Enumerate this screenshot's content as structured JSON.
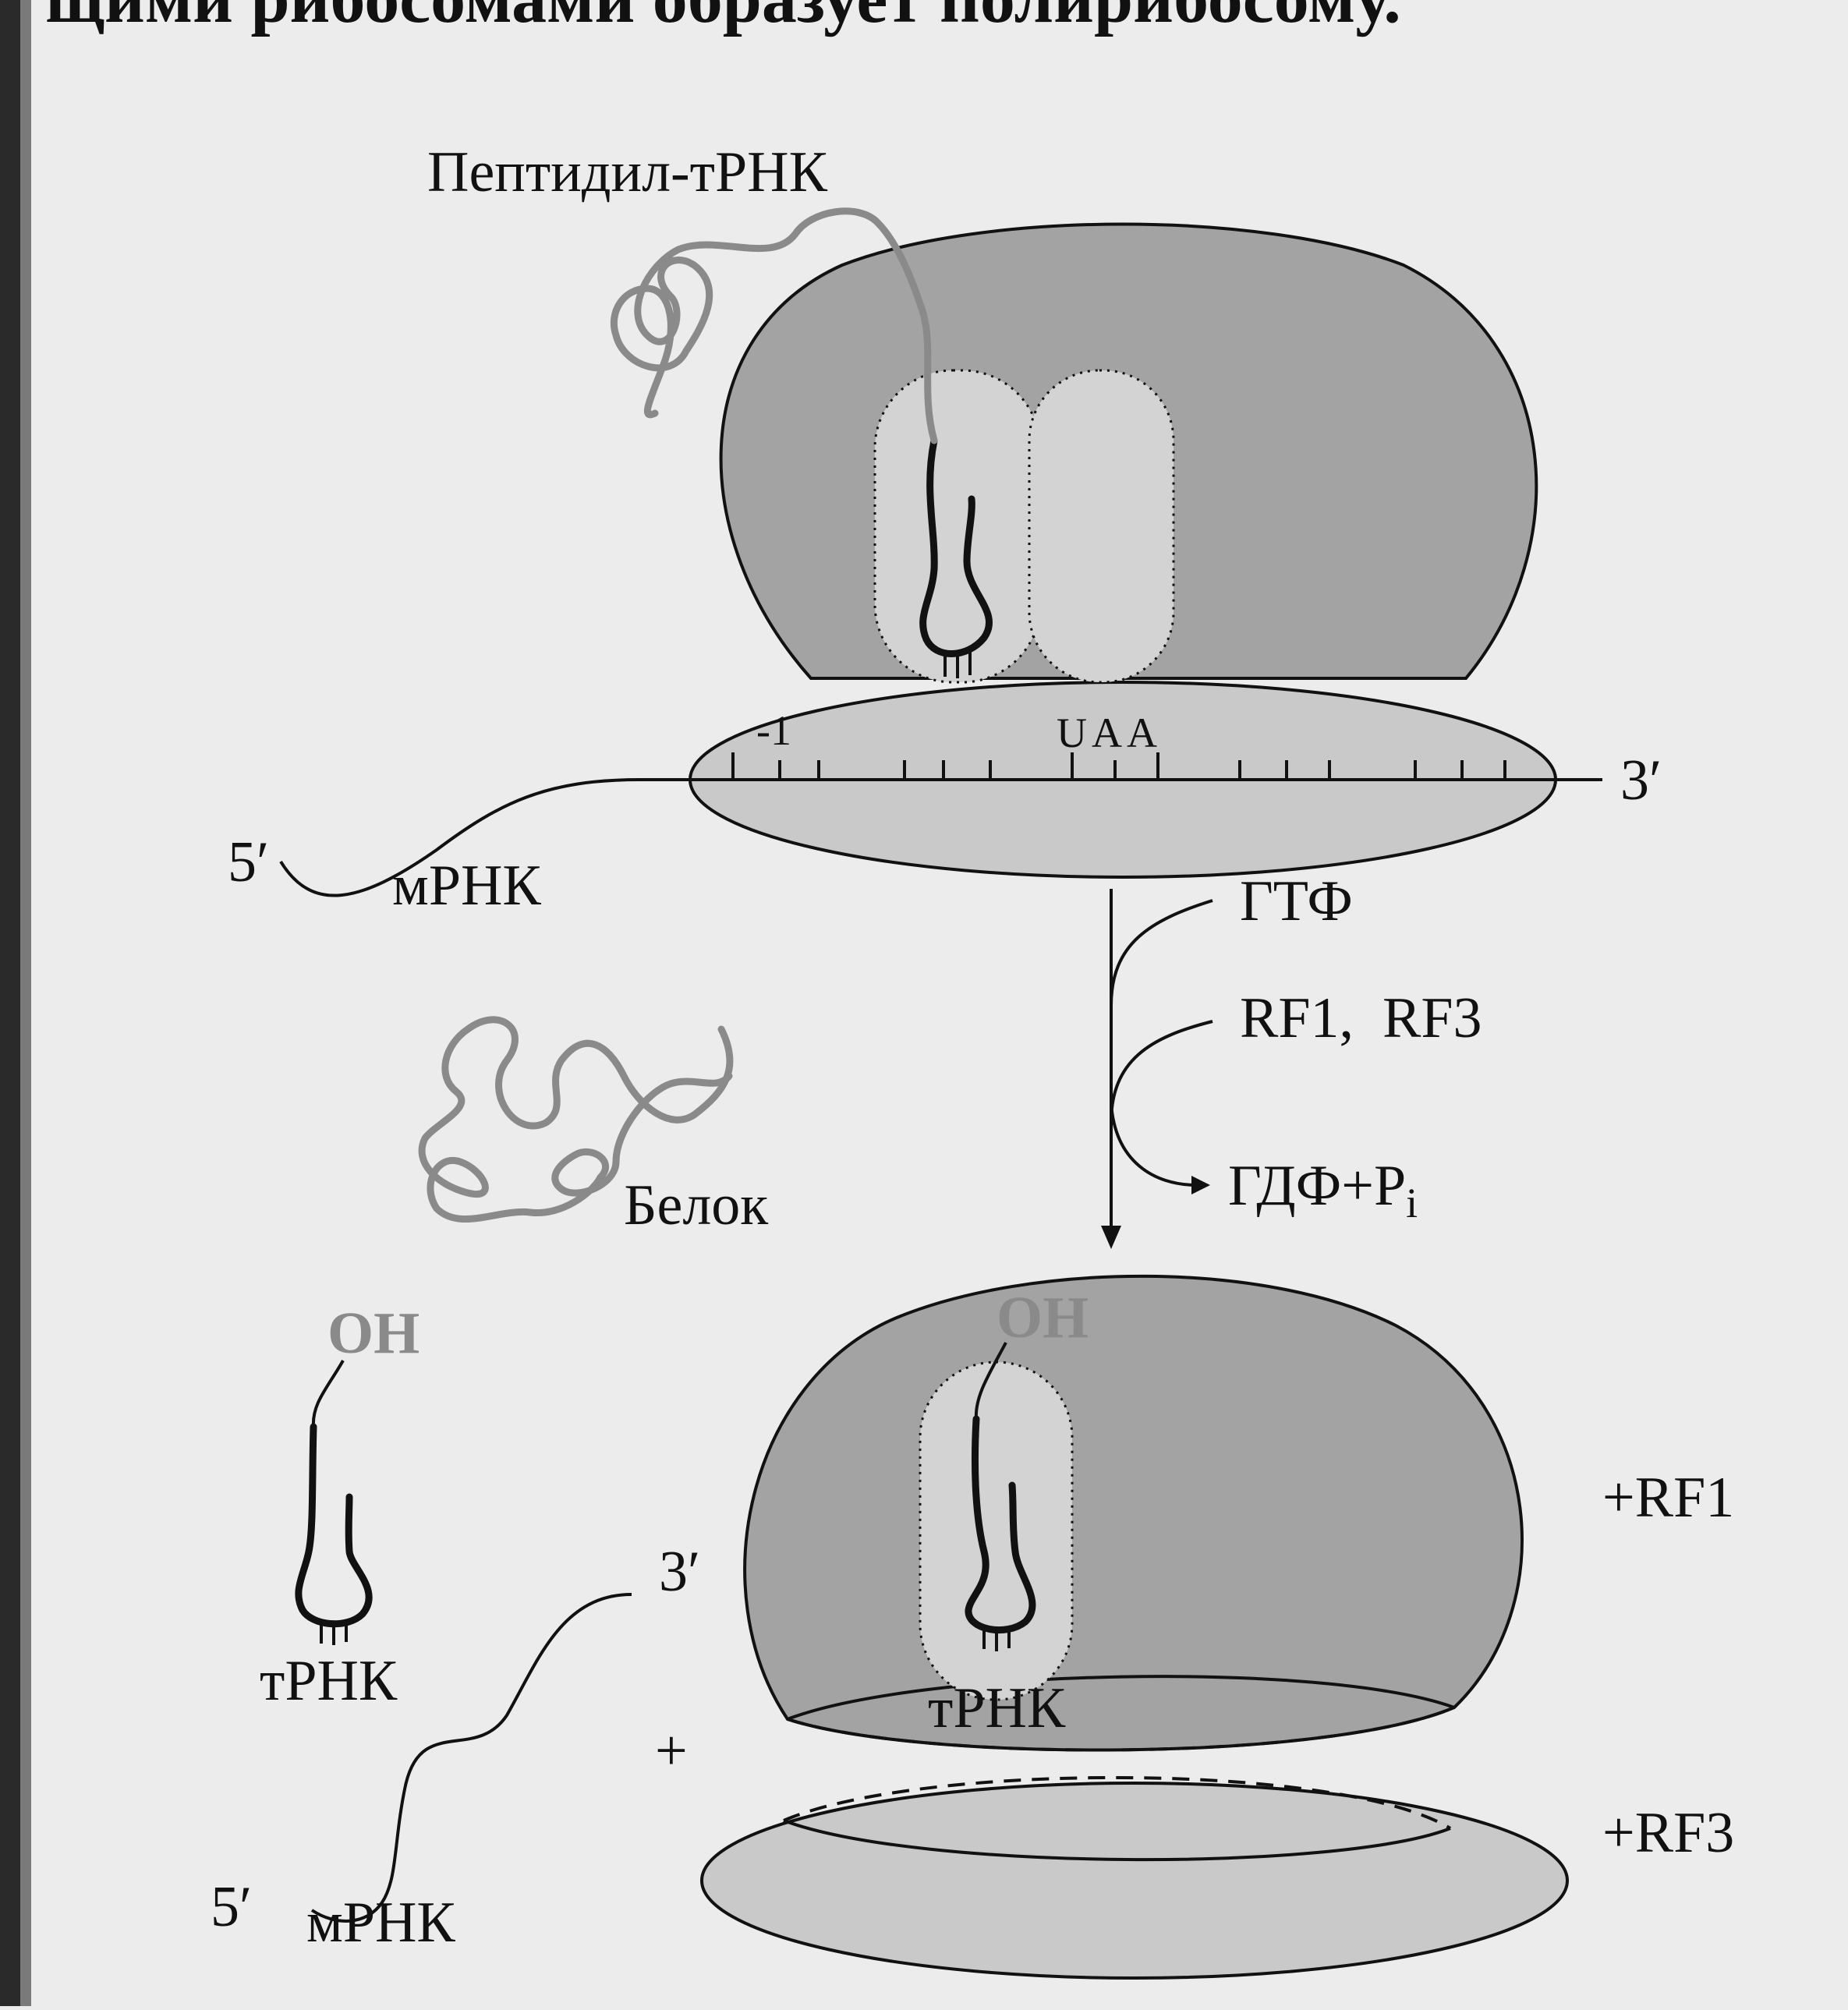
{
  "heading_fragment": "щими рибосомами образует полирибосому.",
  "colors": {
    "page": "#ececec",
    "large_subunit": "#a3a3a3",
    "small_subunit": "#c9c9c9",
    "site": "#d3d3d3",
    "peptide": "#8a8a8a",
    "ink": "#111111"
  },
  "top": {
    "peptidyl_trna": "Пептидил-тРНК",
    "position_minus1": "-1",
    "stop_codon": "UAA",
    "mrna_3prime": "3′",
    "mrna_5prime": "5′",
    "mrna": "мРНК"
  },
  "reaction": {
    "input_1": "ГТФ",
    "input_2": "RF1,  RF3",
    "output_main": "ГДФ+P",
    "output_sub": "i"
  },
  "products": {
    "protein": "Белок",
    "free_trna_oh": "OH",
    "free_trna": "тРНК",
    "released_mrna_3prime": "3′",
    "released_mrna_5prime": "5′",
    "released_mrna": "мРНК",
    "plus": "+",
    "bound_trna_oh": "OH",
    "bound_trna": "тРНК",
    "large_plus_rf1": "+RF1",
    "small_plus_rf3": "+RF3"
  }
}
